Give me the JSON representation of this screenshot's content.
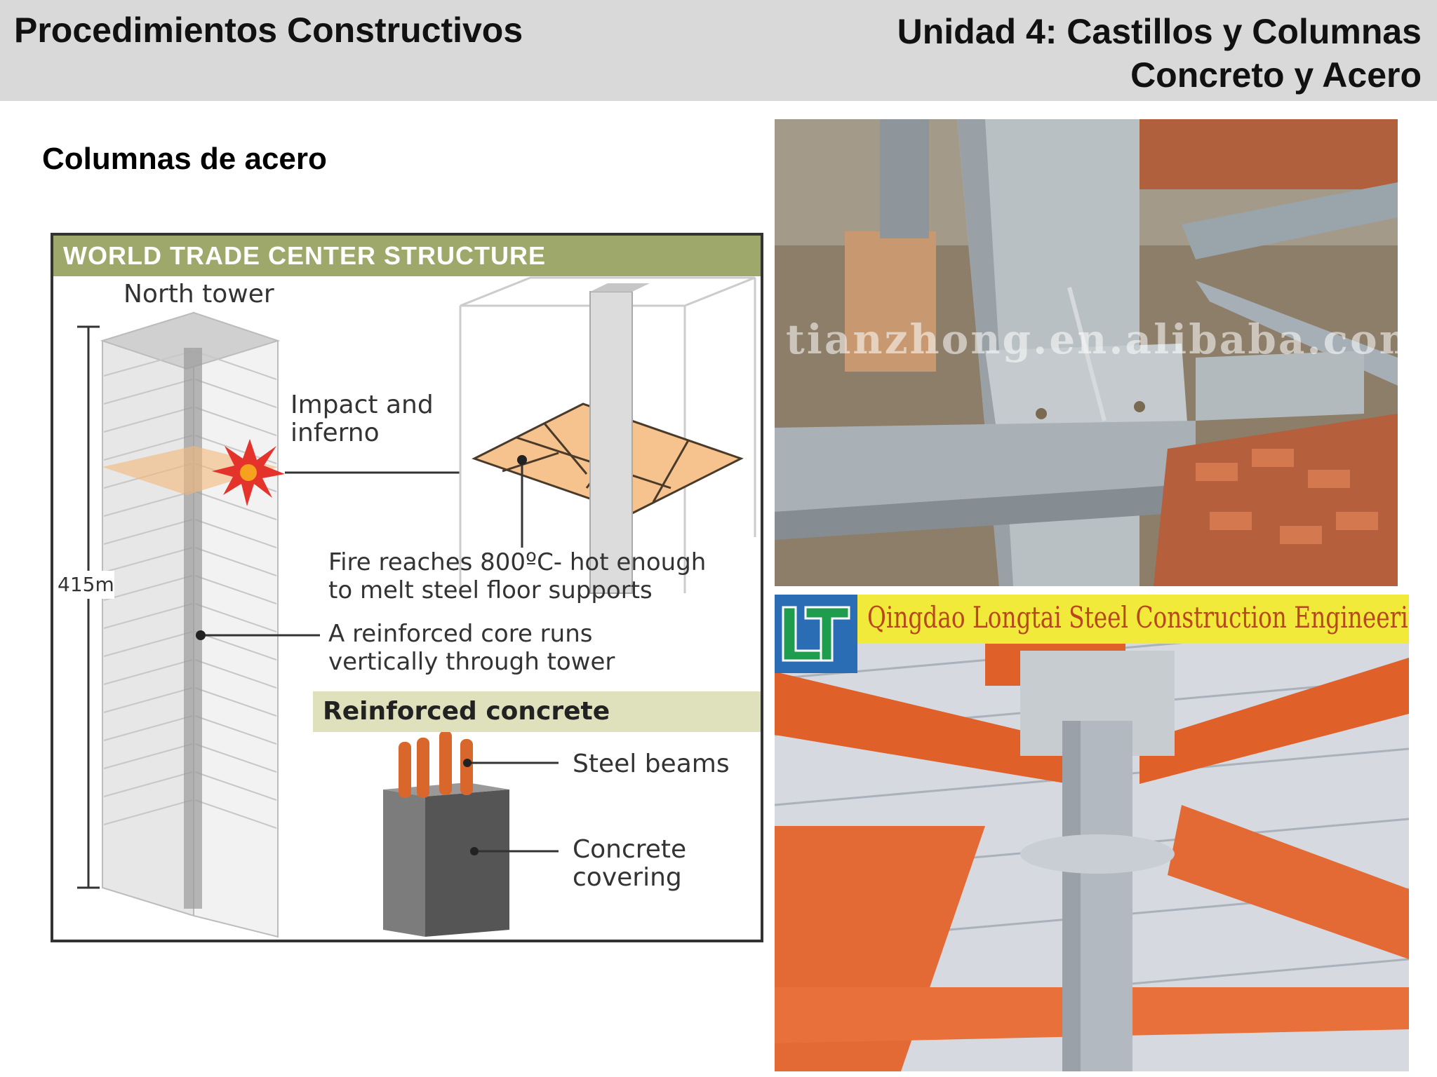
{
  "header": {
    "left_title": "Procedimientos Constructivos",
    "right_line1": "Unidad 4: Castillos y Columnas",
    "right_line2": "Concreto y Acero"
  },
  "section_title": "Columnas de acero",
  "diagram": {
    "title": "WORLD TRADE CENTER STRUCTURE",
    "north_tower": "North tower",
    "height_label": "415m",
    "impact_line1": "Impact and",
    "impact_line2": "inferno",
    "fire_line1": "Fire reaches 800ºC- hot enough",
    "fire_line2": "to melt steel floor supports",
    "core_line1": "A reinforced core runs",
    "core_line2": "vertically through tower",
    "reinforced_heading": "Reinforced concrete",
    "steel_beams": "Steel beams",
    "concrete_line1": "Concrete",
    "concrete_line2": "covering"
  },
  "photo_top": {
    "watermark": "tianzhong.en.alibaba.com"
  },
  "photo_bottom": {
    "banner": "Qingdao Longtai Steel Construction Engineering",
    "logo_text": "LT"
  },
  "colors": {
    "header_bg": "#d9d9d9",
    "diagram_title_bg": "#9ea86a",
    "reinforced_band_bg": "#dfe1bd",
    "beam_orange": "#e0602a",
    "banner_yellow": "#f1ea3a"
  }
}
